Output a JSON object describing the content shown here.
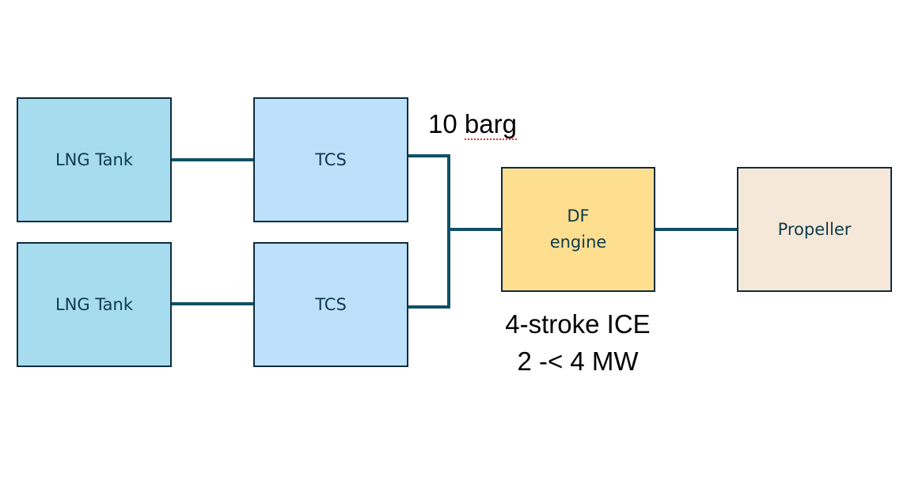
{
  "diagram": {
    "nodes": {
      "lng_tank_1": "LNG Tank",
      "lng_tank_2": "LNG Tank",
      "tcs_1": "TCS",
      "tcs_2": "TCS",
      "engine_line1": "DF",
      "engine_line2": "engine",
      "propeller": "Propeller"
    },
    "annotations": {
      "pressure_value": "10",
      "pressure_unit": "barg",
      "engine_type": "4-stroke ICE",
      "engine_power": "2 -< 4 MW"
    },
    "colors": {
      "tank_fill": "#a7dcef",
      "tcs_fill": "#bde0fb",
      "engine_fill": "#fedf90",
      "propeller_fill": "#f5e8d8",
      "connector": "#0f5068",
      "border": "#0e2d3c"
    }
  }
}
